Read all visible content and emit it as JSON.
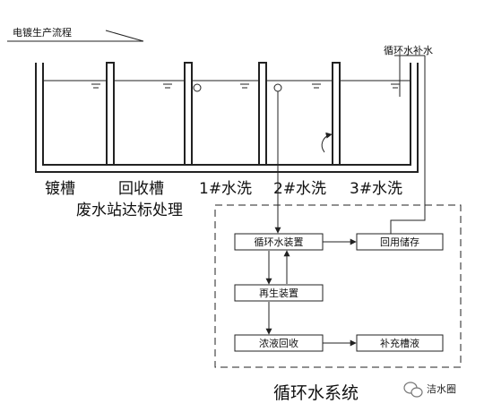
{
  "header": {
    "title": "电镀生产流程"
  },
  "top_right_label": "循环水补水",
  "tanks": [
    {
      "label": "镀槽"
    },
    {
      "label": "回收槽"
    },
    {
      "label": "1#水洗"
    },
    {
      "label": "2#水洗"
    },
    {
      "label": "3#水洗"
    }
  ],
  "waste_label": "废水站达标处理",
  "system": {
    "title": "循环水系统",
    "boxes": {
      "circulation": "循环水装置",
      "reuse": "回用储存",
      "regeneration": "再生装置",
      "concentrate": "浓液回收",
      "replenish": "补充槽液"
    }
  },
  "watermark": {
    "text": "洁水圈"
  }
}
